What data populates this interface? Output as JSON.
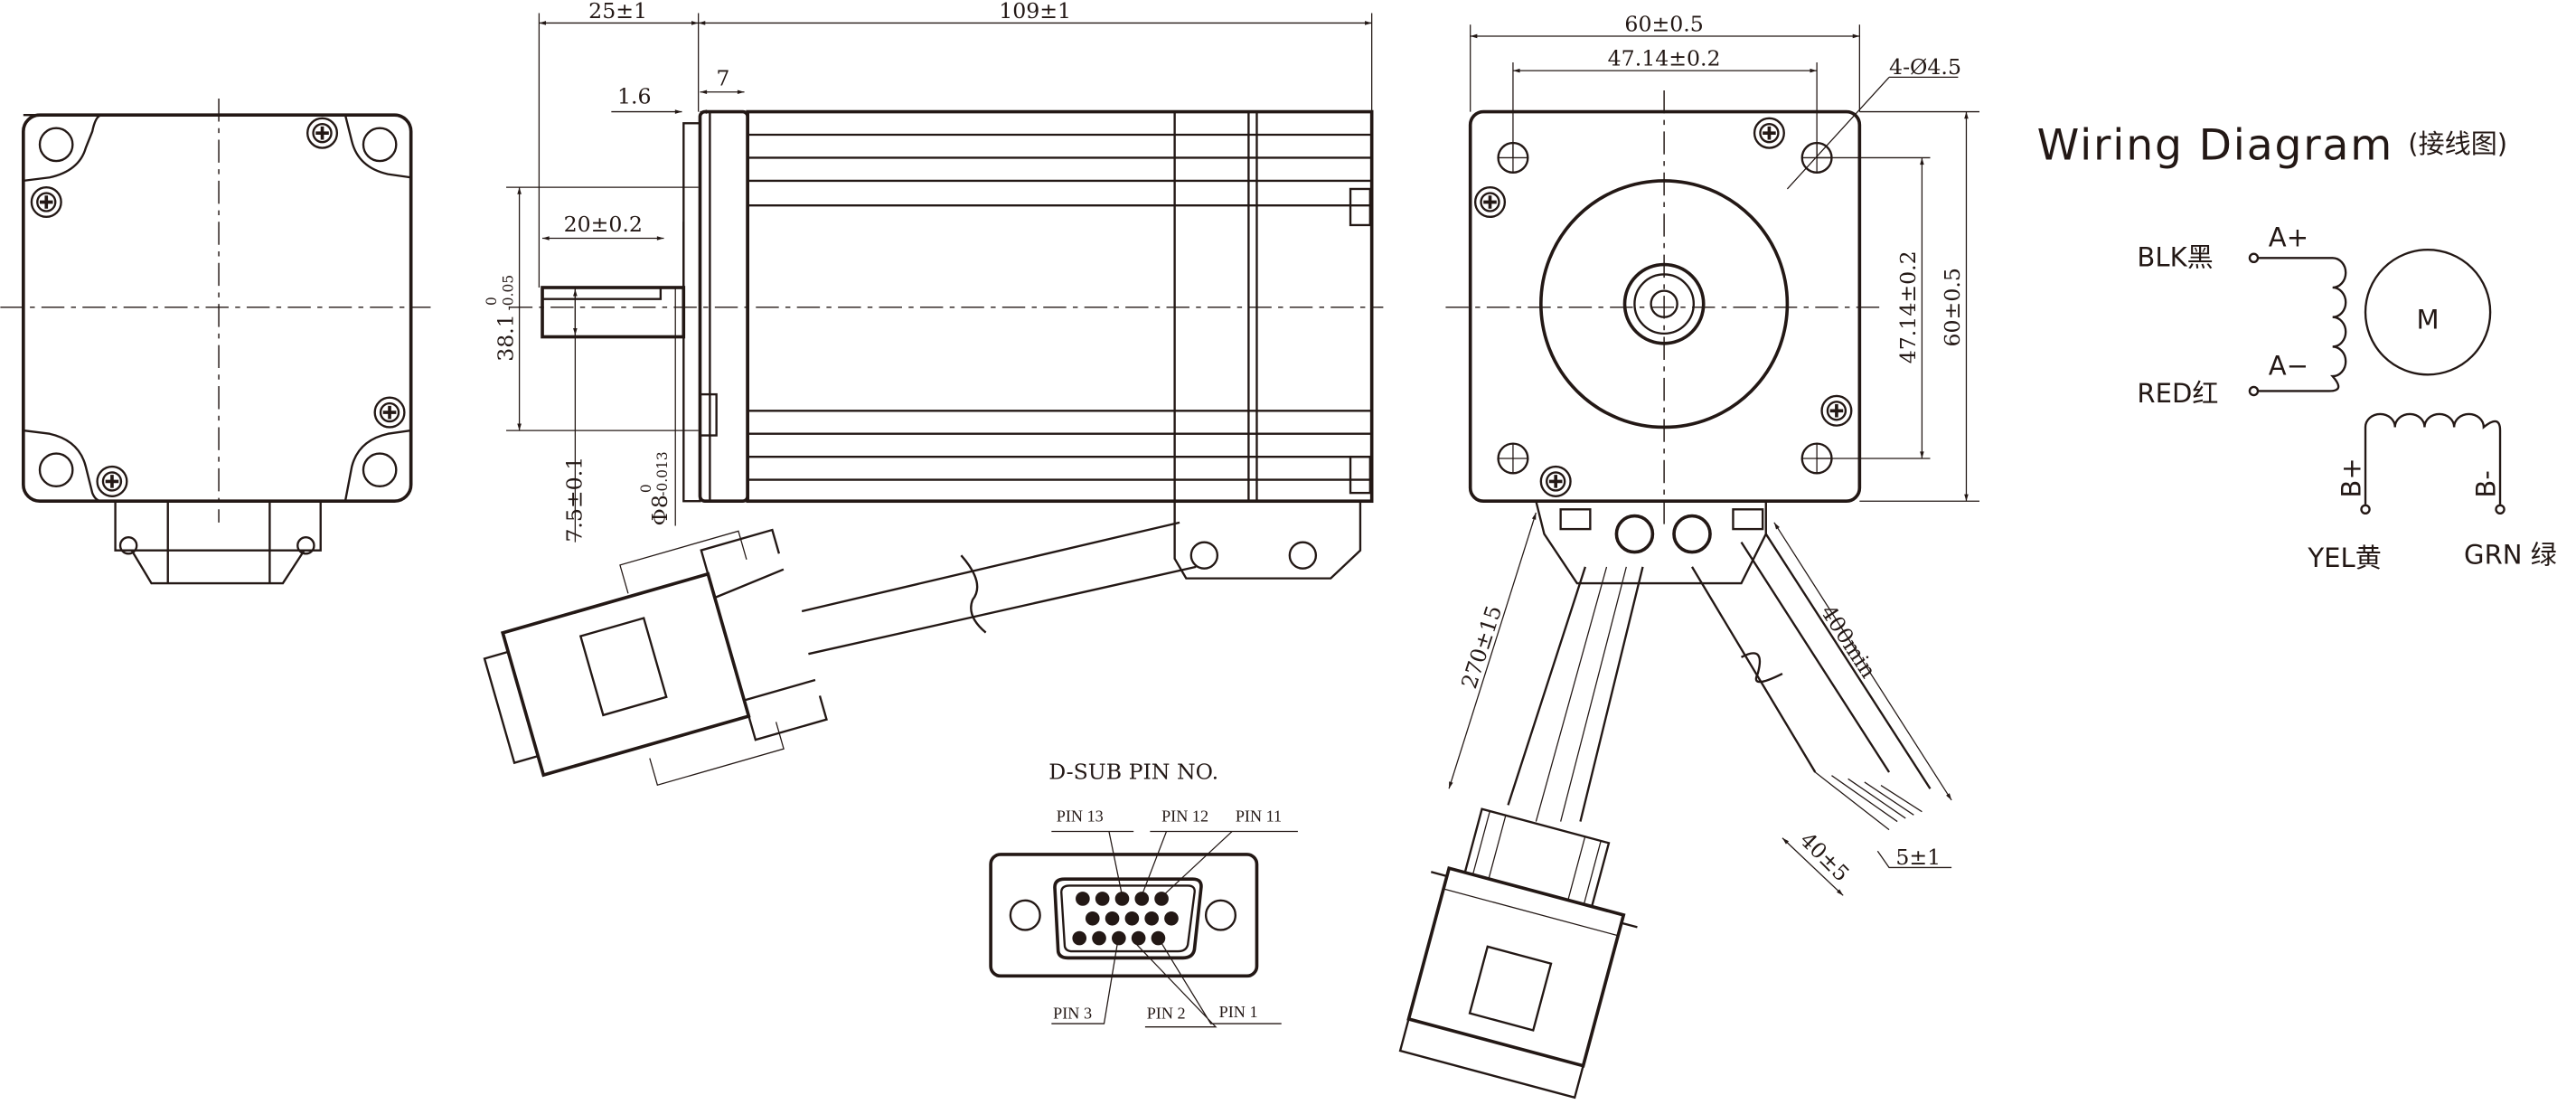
{
  "side_view": {
    "dim_flange_to_shaft": "25±1",
    "dim_body_length": "109±1",
    "dim_flange_thickness": "1.6",
    "dim_flange_step": "7",
    "dim_shaft_length": "20±0.2",
    "dim_pilot_diameter": "38.1",
    "dim_pilot_tol_upper": "0",
    "dim_pilot_tol_lower": "-0.05",
    "dim_shaft_flat": "7.5±0.1",
    "dim_shaft_diameter": "Φ8",
    "dim_shaft_tol_upper": "0",
    "dim_shaft_tol_lower": "-0.013"
  },
  "front_view": {
    "dim_width": "60±0.5",
    "dim_hole_spacing_h": "47.14±0.2",
    "dim_holes": "4-Ø4.5",
    "dim_hole_spacing_v": "47.14±0.2",
    "dim_height": "60±0.5",
    "dim_cable_length": "270±15",
    "dim_lead_length": "400min",
    "dim_strip_length": "40±5",
    "dim_strip_end": "5±1"
  },
  "dsub": {
    "title": "D-SUB PIN NO.",
    "pins_top": [
      "PIN 13",
      "PIN 12",
      "PIN 11"
    ],
    "pins_bottom": [
      "PIN 3",
      "PIN 2",
      "PIN 1"
    ]
  },
  "wiring": {
    "title": "Wiring Diagram",
    "title_cn": "(接线图)",
    "blk": "BLK黑",
    "red": "RED红",
    "a_plus": "A+",
    "a_minus": "A−",
    "b_plus": "B+",
    "b_minus": "B-",
    "yel": "YEL黄",
    "grn": "GRN 绿",
    "motor": "M"
  }
}
